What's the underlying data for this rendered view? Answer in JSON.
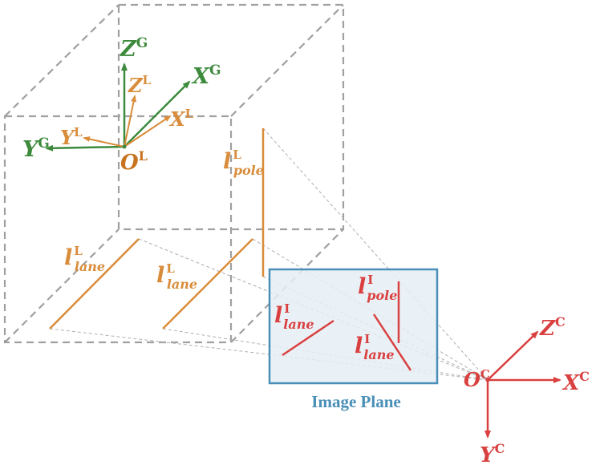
{
  "colors": {
    "green": "#3d8a3d",
    "orange": "#d98c3a",
    "red": "#d94040",
    "blue": "#4a8fb8",
    "plane_fill": "#e6eef5",
    "dashed": "#999999",
    "thin": "#b0b0b0"
  },
  "global_axes": {
    "label": "Z",
    "sup": "G",
    "x": "X",
    "y": "Y"
  },
  "lidar_axes": {
    "z": "Z",
    "x": "X",
    "y": "Y",
    "sup": "L",
    "origin": "O"
  },
  "camera_axes": {
    "z": "Z",
    "x": "X",
    "y": "Y",
    "sup": "C",
    "origin": "O"
  },
  "labels": {
    "pole_lidar": {
      "main": "l",
      "sup": "L",
      "sub": "pole"
    },
    "lane_lidar_1": {
      "main": "l",
      "sup": "L",
      "sub": "lane"
    },
    "lane_lidar_2": {
      "main": "l",
      "sup": "L",
      "sub": "lane"
    },
    "pole_image": {
      "main": "l",
      "sup": "I",
      "sub": "pole"
    },
    "lane_image_1": {
      "main": "l",
      "sup": "I",
      "sub": "lane"
    },
    "lane_image_2": {
      "main": "l",
      "sup": "I",
      "sub": "lane"
    }
  },
  "image_plane": {
    "title": "Image Plane"
  }
}
